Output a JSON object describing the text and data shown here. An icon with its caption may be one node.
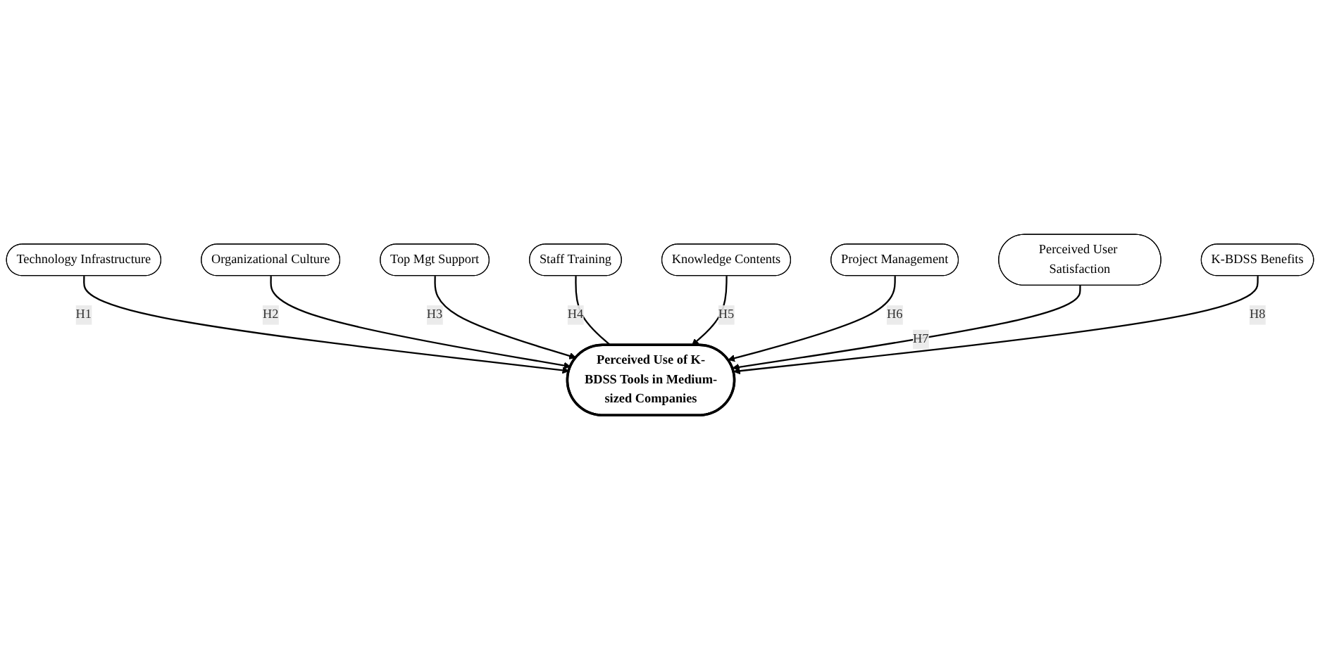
{
  "diagram": {
    "nodes": [
      {
        "text": [
          "Technology Infrastructure"
        ]
      },
      {
        "text": [
          "Organizational Culture"
        ]
      },
      {
        "text": [
          "Top Mgt Support"
        ]
      },
      {
        "text": [
          "Staff Training"
        ]
      },
      {
        "text": [
          "Perceived Use of K-BDSS Tools in Medium-sized Companies"
        ]
      },
      {
        "text": [
          "Knowledge Contents"
        ]
      },
      {
        "text": [
          "Project Management"
        ]
      },
      {
        "text": [
          "Perceived User Satisfaction"
        ]
      },
      {
        "text": [
          "K-BDSS Benefits"
        ]
      }
    ],
    "edges": [
      {
        "from": 0,
        "to": 4,
        "arrow": "to",
        "label": "H1"
      },
      {
        "from": 1,
        "to": 4,
        "arrow": "to",
        "label": "H2"
      },
      {
        "from": 2,
        "to": 4,
        "arrow": "to",
        "label": "H3"
      },
      {
        "from": 3,
        "to": 4,
        "arrow": "none",
        "label": "H4"
      },
      {
        "from": 5,
        "to": 4,
        "arrow": "to",
        "label": "H5"
      },
      {
        "from": 6,
        "to": 4,
        "arrow": "to",
        "label": "H6"
      },
      {
        "from": 7,
        "to": 4,
        "arrow": "to",
        "label": "H7"
      },
      {
        "from": 8,
        "to": 4,
        "arrow": "to",
        "label": "H8"
      }
    ]
  }
}
